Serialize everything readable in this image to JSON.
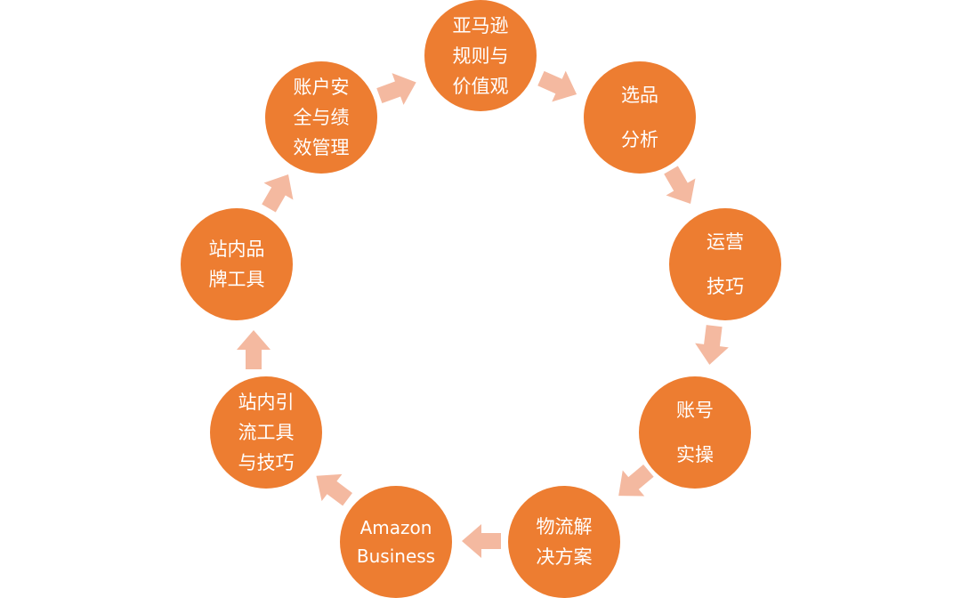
{
  "colors": {
    "node_fill": "#ED7D31",
    "node_text": "#FFFFFF",
    "arrow_fill": "#F4B9A0"
  },
  "nodes": [
    {
      "id": "rules",
      "lines": [
        "亚马逊",
        "规则与",
        "价值观"
      ]
    },
    {
      "id": "selection",
      "lines": [
        "选品",
        "分析"
      ]
    },
    {
      "id": "operations",
      "lines": [
        "运营",
        "技巧"
      ]
    },
    {
      "id": "account-practice",
      "lines": [
        "账号",
        "实操"
      ]
    },
    {
      "id": "logistics",
      "lines": [
        "物流解",
        "决方案"
      ]
    },
    {
      "id": "amazon-business",
      "lines": [
        "Amazon",
        "Business"
      ]
    },
    {
      "id": "traffic-tools",
      "lines": [
        "站内引",
        "流工具",
        "与技巧"
      ]
    },
    {
      "id": "brand-tools",
      "lines": [
        "站内品",
        "牌工具"
      ]
    },
    {
      "id": "account-security",
      "lines": [
        "账户安",
        "全与绩",
        "效管理"
      ]
    }
  ]
}
